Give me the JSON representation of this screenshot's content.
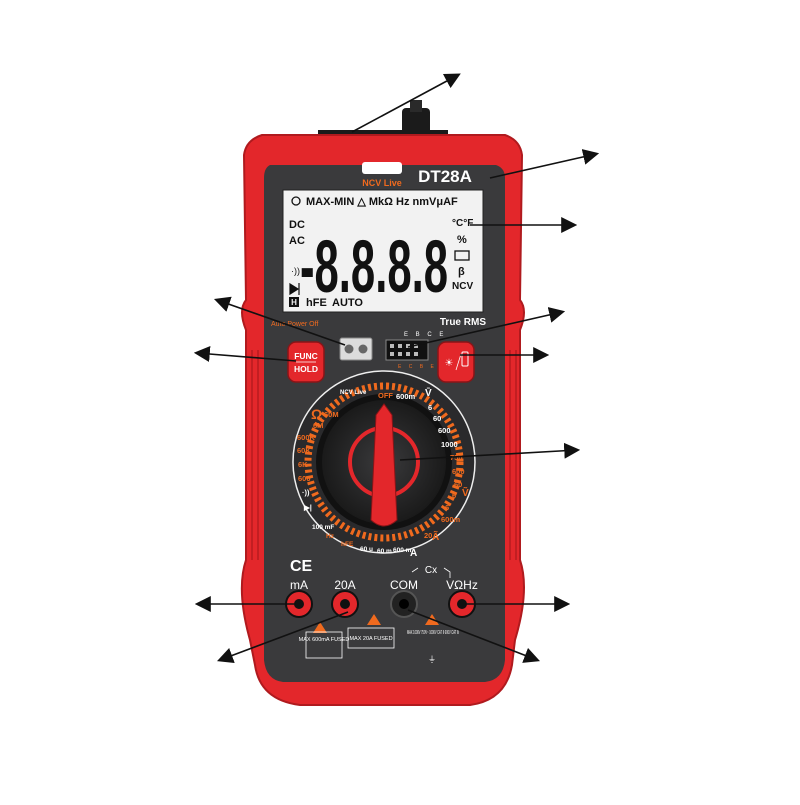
{
  "brand": {
    "model": "DT28A",
    "ncv_label": "NCV Live",
    "true_rms": "True RMS",
    "auto_power_off": "Auto Power Off"
  },
  "lcd": {
    "top_row": "MAX-MIN △ MkΩ Hz nmVμAF",
    "temp": "°C°F",
    "dc": "DC",
    "ac": "AC",
    "percent": "%",
    "digits": "-8.8.8.8",
    "beta": "β",
    "ncv": "NCV",
    "hfe": "hFE",
    "auto": "AUTO",
    "hold_symbol": "H"
  },
  "buttons": {
    "func": "FUNC",
    "hold": "HOLD"
  },
  "hfe_socket": {
    "top": "E B C E",
    "bottom": "E C B E"
  },
  "dial": {
    "off": "OFF",
    "ncv": "NCV Live",
    "m600": "600m",
    "v6": "6",
    "v60": "60",
    "v600": "600",
    "v1000": "1000",
    "v750": "750",
    "ac600": "600",
    "ac60": "60",
    "ac6": "6",
    "ac600m": "600m",
    "a6": "6",
    "a20": "20",
    "ohm60m": "60M",
    "ohm6m": "6M",
    "ohm600k": "600K",
    "ohm60k": "60K",
    "ohm6k": "6K",
    "ohm600": "600",
    "cap100": "100 mF",
    "hz": "Hz",
    "hfe": "hFE",
    "u60": "60 u",
    "m60": "60 m",
    "m600b": "600 m",
    "amp": "A"
  },
  "terminals": {
    "ma": "mA",
    "a20": "20A",
    "com": "COM",
    "vohm": "VΩHz",
    "cx": "Cx",
    "ma_warn": "MAX 600mA FUSED",
    "a20_warn": "MAX 20A FUSED",
    "v_warn": "MAX 1000V 750V~ 1000V CAT II 600V CAT III"
  },
  "colors": {
    "body_red": "#e3272b",
    "panel": "#3a3a3c",
    "accent": "#f06a1e",
    "lcd_bg": "#f2f2f2"
  }
}
